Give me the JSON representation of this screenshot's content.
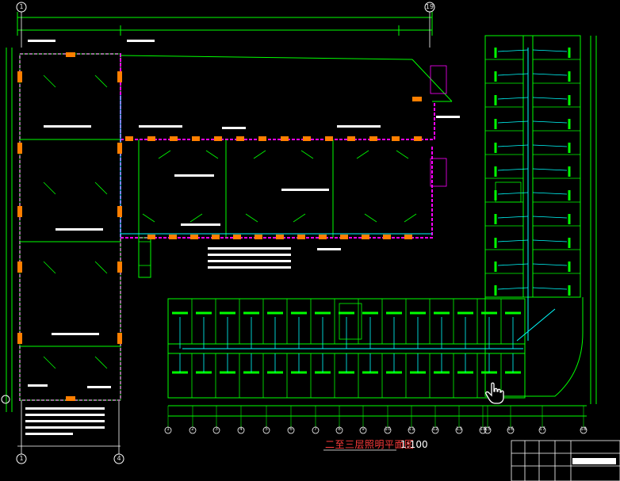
{
  "drawing": {
    "title": "二至三层照明平面图",
    "scale": "1:100"
  },
  "axes_top": [
    "1",
    "19"
  ],
  "axes_bottom_left": [
    "1",
    "4"
  ],
  "axes_bottom_numbers": [
    "1",
    "2",
    "3",
    "4",
    "5",
    "6",
    "7",
    "8",
    "9",
    "10",
    "11",
    "12",
    "13",
    "14",
    "15",
    "16",
    "17",
    "18"
  ],
  "colors": {
    "background": "#000000",
    "wall": "#00ff00",
    "partition": "#ff00ff",
    "wiring": "#00ffff",
    "fixture": "#ff7f00",
    "text": "#ffffff",
    "dimension": "#00ff00",
    "title_red": "#ff3b3b"
  },
  "cursor": "hand-pointer-icon"
}
